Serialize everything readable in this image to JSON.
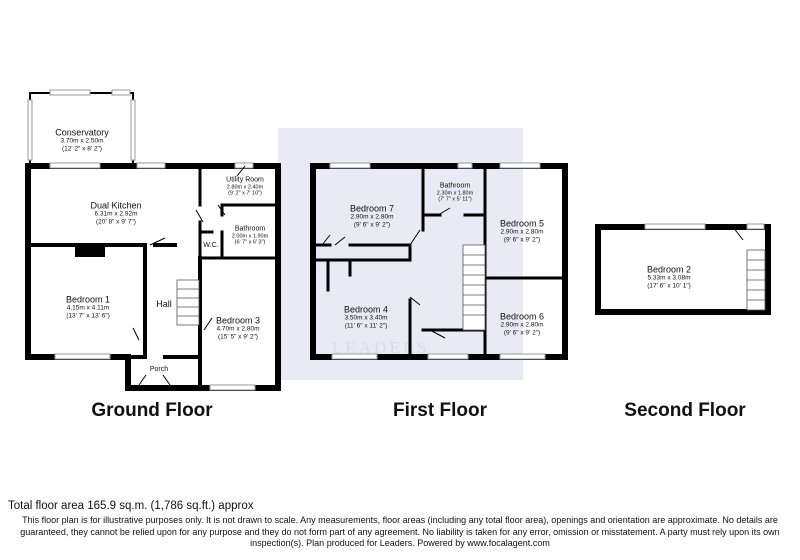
{
  "watermark": {
    "brand": "LEADERS"
  },
  "floors": [
    {
      "title": "Ground Floor",
      "rooms": [
        {
          "name": "Conservatory",
          "metric": "3.70m x 2.50m",
          "imperial": "(12' 2\" x 8' 2\")"
        },
        {
          "name": "Dual Kitchen",
          "metric": "6.31m x 2.92m",
          "imperial": "(20' 8\" x 9' 7\")"
        },
        {
          "name": "Utility Room",
          "metric": "2.80m x 2.40m",
          "imperial": "(9' 2\" x 7' 10\")"
        },
        {
          "name": "Bathroom",
          "metric": "2.00m x 1.90m",
          "imperial": "(6' 7\" x 6' 3\")"
        },
        {
          "name": "W.C."
        },
        {
          "name": "Bedroom 1",
          "metric": "4.15m x 4.11m",
          "imperial": "(13' 7\" x 13' 6\")"
        },
        {
          "name": "Hall"
        },
        {
          "name": "Bedroom 3",
          "metric": "4.70m x 2.80m",
          "imperial": "(15' 5\" x 9' 2\")"
        },
        {
          "name": "Porch"
        }
      ]
    },
    {
      "title": "First Floor",
      "rooms": [
        {
          "name": "Bedroom 7",
          "metric": "2.90m x 2.80m",
          "imperial": "(9' 6\" x 9' 2\")"
        },
        {
          "name": "Bathroom",
          "metric": "2.30m x 1.80m",
          "imperial": "(7' 7\" x 5' 11\")"
        },
        {
          "name": "Bedroom 5",
          "metric": "2.90m x 2.80m",
          "imperial": "(9' 6\" x 9' 2\")"
        },
        {
          "name": "Bedroom 4",
          "metric": "3.50m x 3.40m",
          "imperial": "(11' 6\" x 11' 2\")"
        },
        {
          "name": "Bedroom 6",
          "metric": "2.90m x 2.80m",
          "imperial": "(9' 6\" x 9' 2\")"
        }
      ]
    },
    {
      "title": "Second Floor",
      "rooms": [
        {
          "name": "Bedroom 2",
          "metric": "5.33m x 3.08m",
          "imperial": "(17' 6\" x 10' 1\")"
        }
      ]
    }
  ],
  "footer": {
    "total": "Total floor area 165.9 sq.m. (1,786 sq.ft.) approx",
    "disclaimer": "This floor plan is for illustrative purposes only. It is not drawn to scale. Any measurements, floor areas (including any total floor area), openings and orientation are approximate. No details are guaranteed, they cannot be relied upon for any purpose and they do not form part of any agreement. No liability is taken for any error, omission or misstatement. A party must rely upon its own inspection(s). Plan produced for Leaders. Powered by www.focalagent.com"
  }
}
